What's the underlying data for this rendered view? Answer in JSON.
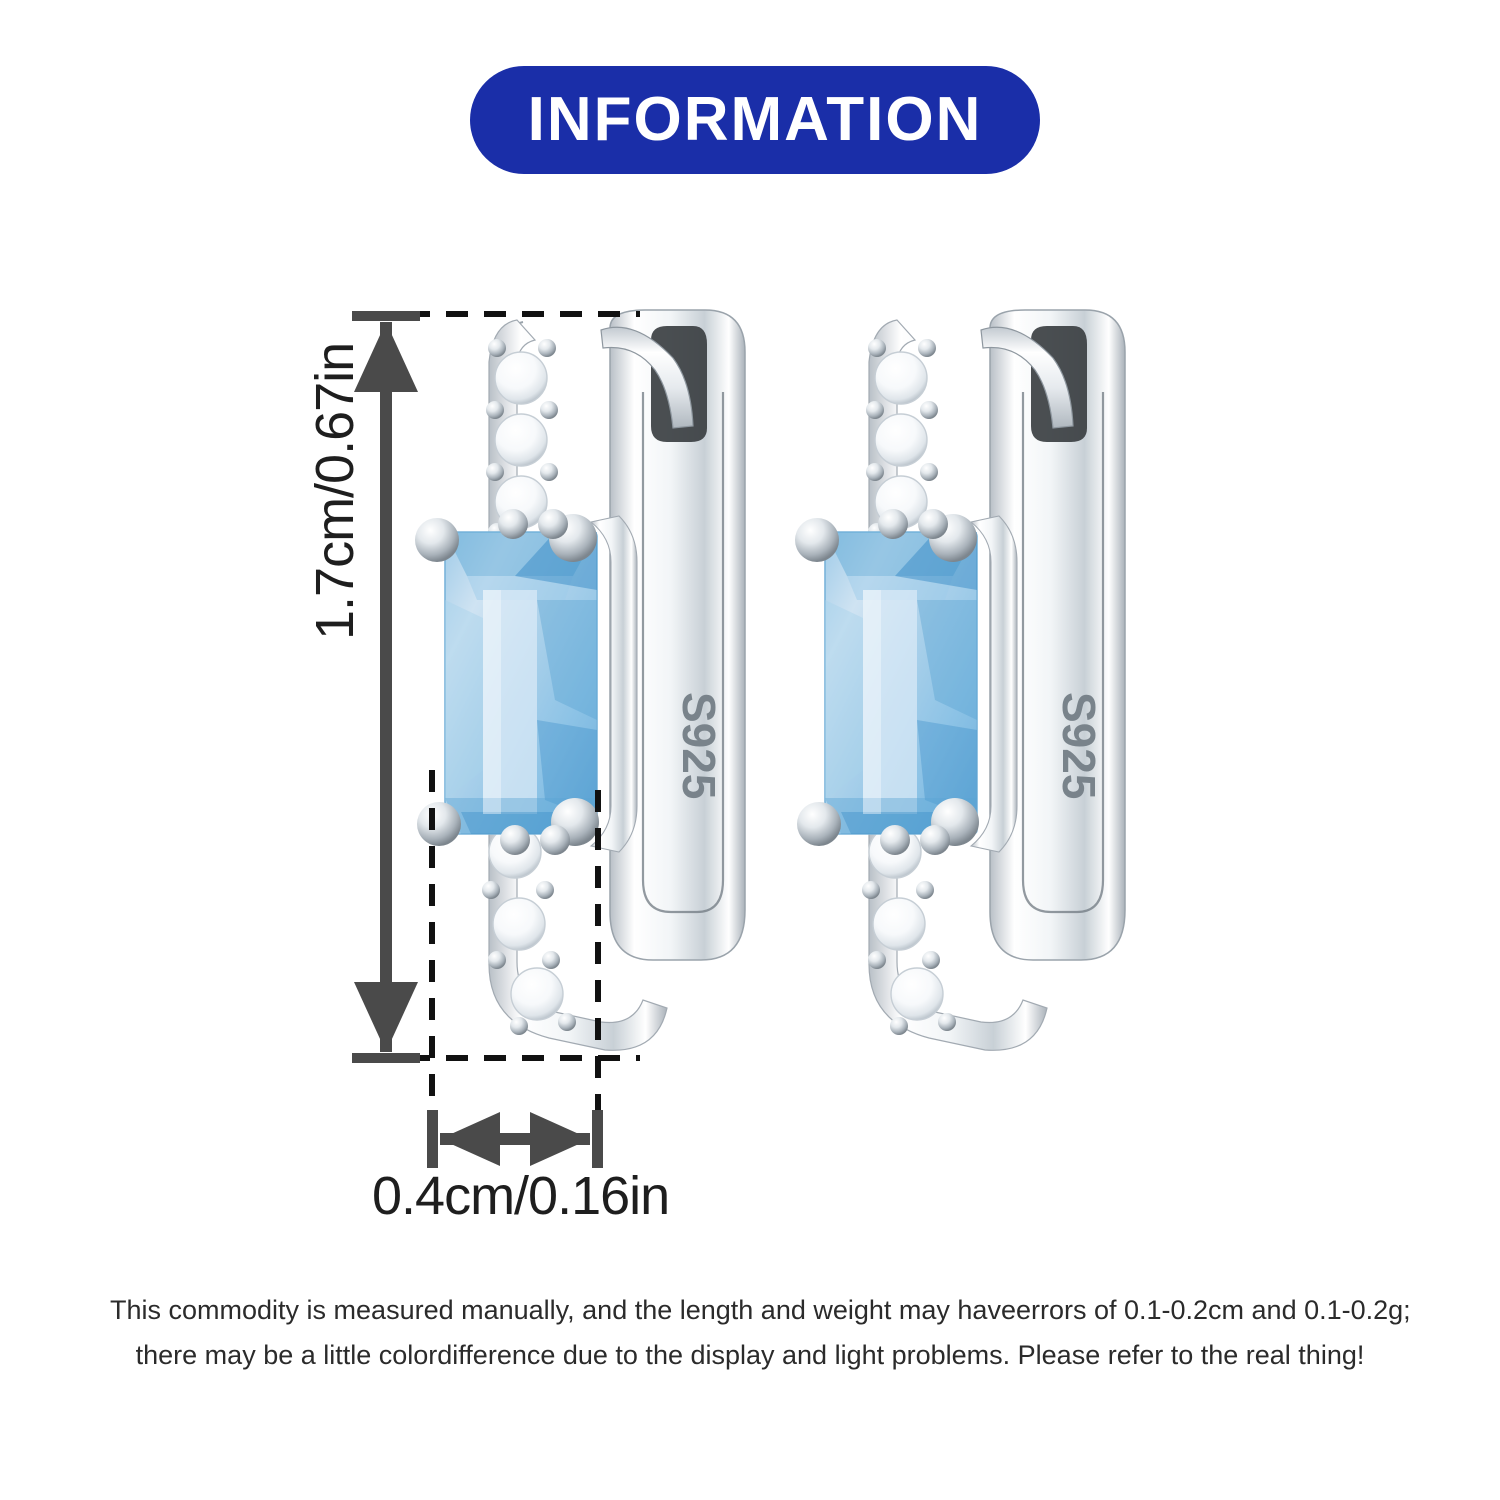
{
  "header": {
    "badge_label": "INFORMATION",
    "badge_color": "#1a2ea8",
    "badge_text_color": "#ffffff"
  },
  "product": {
    "type": "huggie-hoop-earrings",
    "metal_stamp": "S925",
    "metal_color": "#e9ecef",
    "gemstone": {
      "shape": "baguette",
      "color_light": "#cfe3f2",
      "color_mid": "#8dc3e6",
      "color_deep": "#3e94cf"
    },
    "accent_stones": {
      "shape": "round-brilliant",
      "color": "#ffffff",
      "count_per_side": 3
    },
    "pieces": [
      {
        "id": "earring-left",
        "stamp": "S925"
      },
      {
        "id": "earring-right",
        "stamp": "S925"
      }
    ]
  },
  "measurements": {
    "line_color": "#4a4a4a",
    "guide_color": "#111111",
    "height": {
      "label": "1.7cm/0.67in",
      "value_cm": 1.7,
      "value_in": 0.67,
      "orientation": "vertical"
    },
    "width": {
      "label": "0.4cm/0.16in",
      "value_cm": 0.4,
      "value_in": 0.16,
      "orientation": "horizontal"
    }
  },
  "disclaimer": {
    "line1": "This commodity is measured manually, and the length and weight may haveerrors of 0.1-0.2cm and 0.1-0.2g;",
    "line2": "there may be a little colordifference due to the display and light problems. Please refer to the real thing!"
  }
}
